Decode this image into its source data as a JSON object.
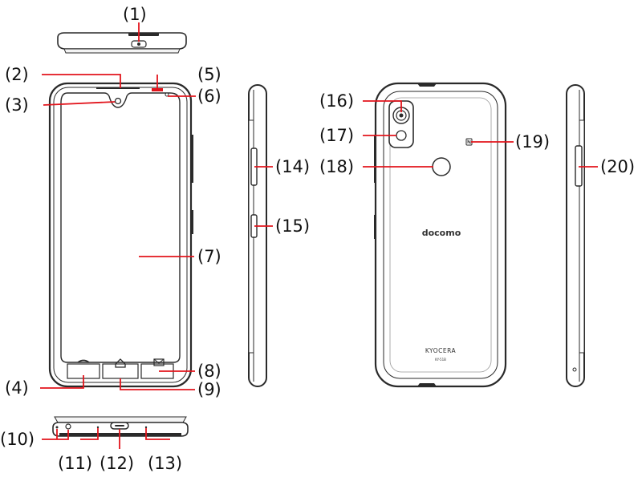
{
  "callouts": {
    "c1": "(1)",
    "c2": "(2)",
    "c3": "(3)",
    "c4": "(4)",
    "c5": "(5)",
    "c6": "(6)",
    "c7": "(7)",
    "c8": "(8)",
    "c9": "(9)",
    "c10": "(10)",
    "c11": "(11)",
    "c12": "(12)",
    "c13": "(13)",
    "c14": "(14)",
    "c15": "(15)",
    "c16": "(16)",
    "c17": "(17)",
    "c18": "(18)",
    "c19": "(19)",
    "c20": "(20)"
  },
  "device": {
    "carrier_logo": "docomo",
    "maker_logo": "KYOCERA",
    "model_text": "KY-51B"
  },
  "colors": {
    "callout_line": "#e2141c",
    "outline": "#2a2a2a",
    "text": "#111111"
  }
}
